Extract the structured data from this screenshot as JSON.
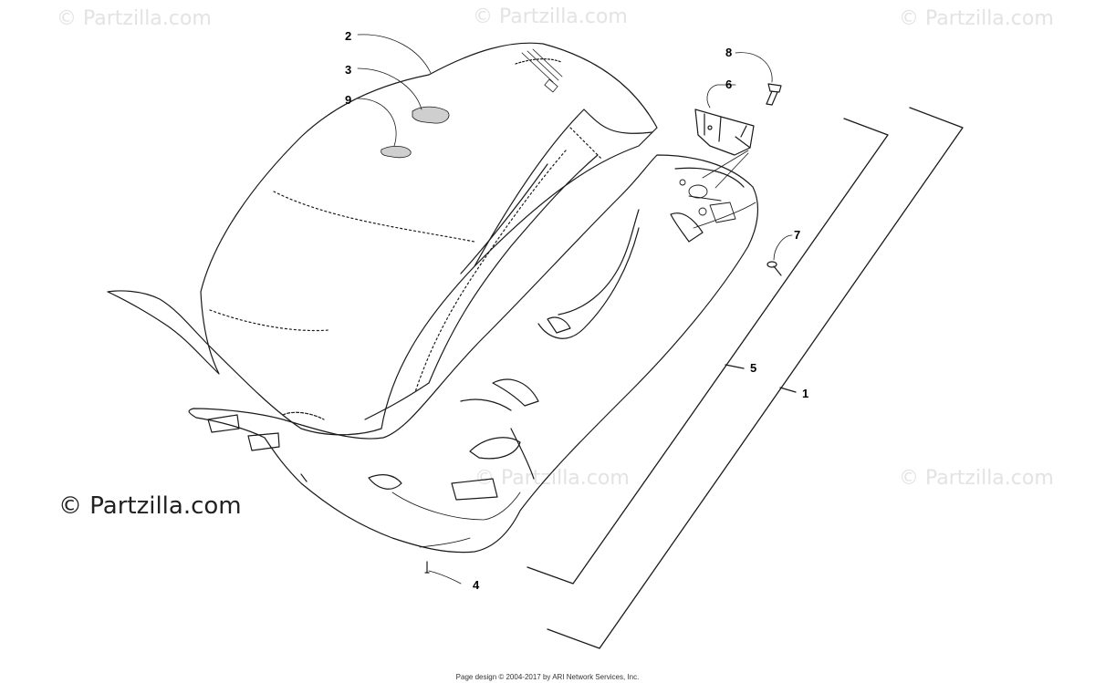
{
  "watermarks": {
    "faint": "© Partzilla.com",
    "bold": "© Partzilla.com"
  },
  "callouts": [
    "1",
    "2",
    "3",
    "4",
    "5",
    "6",
    "7",
    "8",
    "9"
  ],
  "footer": "Page design © 2004-2017 by ARI Network Services, Inc.",
  "colors": {
    "line": "#1a1a1a",
    "watermark": "#e3e3e3"
  }
}
